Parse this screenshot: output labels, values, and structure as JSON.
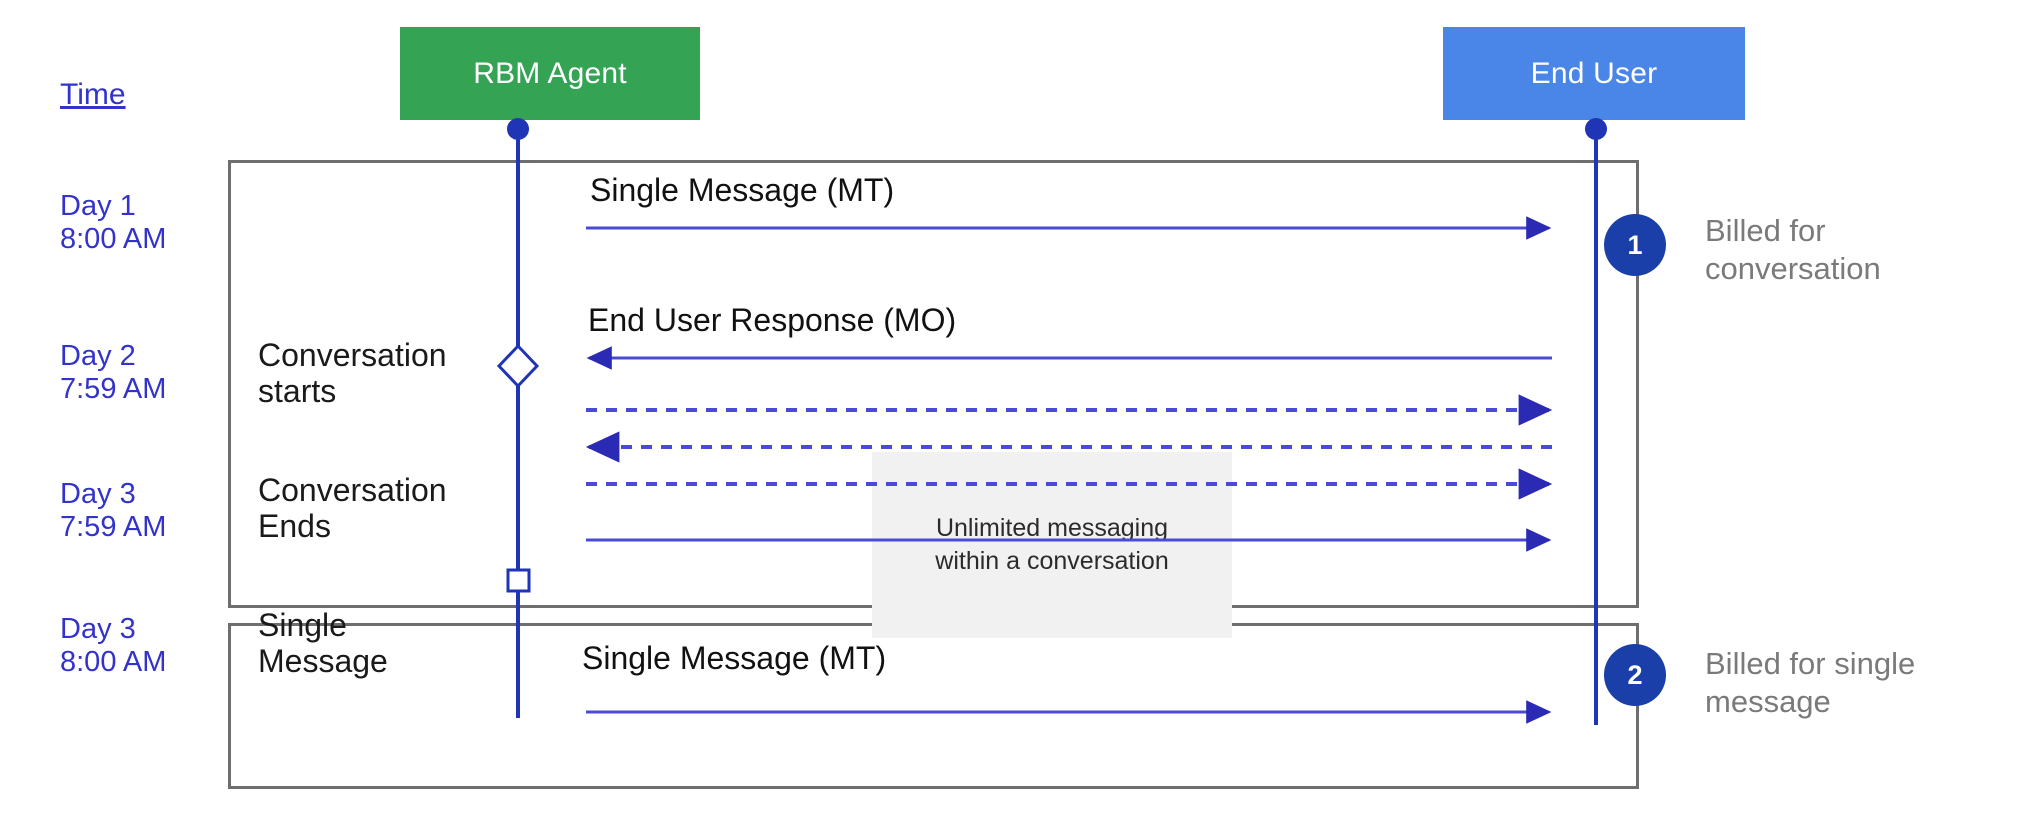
{
  "diagram": {
    "title_column": {
      "label": "Time"
    },
    "actors": [
      {
        "id": "rbm-agent",
        "label": "RBM Agent",
        "color": "#34a353"
      },
      {
        "id": "end-user",
        "label": "End User",
        "color": "#4a86e8"
      }
    ],
    "time_labels": [
      {
        "day": "Day 1",
        "time": "8:00 AM"
      },
      {
        "day": "Day 2",
        "time": "7:59 AM"
      },
      {
        "day": "Day 3",
        "time": "7:59 AM"
      },
      {
        "day": "Day 3",
        "time": "8:00 AM"
      }
    ],
    "phases": [
      {
        "id": "conversation-starts",
        "line1": "Conversation",
        "line2": "starts"
      },
      {
        "id": "conversation-ends",
        "line1": "Conversation",
        "line2": "Ends"
      },
      {
        "id": "single-message",
        "line1": "Single",
        "line2": "Message"
      }
    ],
    "messages": [
      {
        "id": "mt-1",
        "label": "Single Message (MT)",
        "direction": "agent-to-user",
        "style": "solid"
      },
      {
        "id": "mo-1",
        "label": "End User Response (MO)",
        "direction": "user-to-agent",
        "style": "solid"
      },
      {
        "id": "mt-2",
        "label": "Single Message (MT)",
        "direction": "agent-to-user",
        "style": "solid"
      }
    ],
    "note": {
      "line1": "Unlimited messaging",
      "line2": "within a conversation"
    },
    "billing": [
      {
        "number": "1",
        "line1": "Billed for",
        "line2": "conversation"
      },
      {
        "number": "2",
        "line1": "Billed for single",
        "line2": "message"
      }
    ],
    "colors": {
      "agent": "#34a353",
      "user": "#4a86e8",
      "lifeline": "#1f35b5",
      "arrow": "#3b3bc4",
      "badge": "#1a3fa8",
      "time_text": "#3333cc",
      "annotation_text": "#7a7a7a",
      "group_border": "#6e6e6e",
      "note_bg": "#f1f1f1"
    }
  }
}
